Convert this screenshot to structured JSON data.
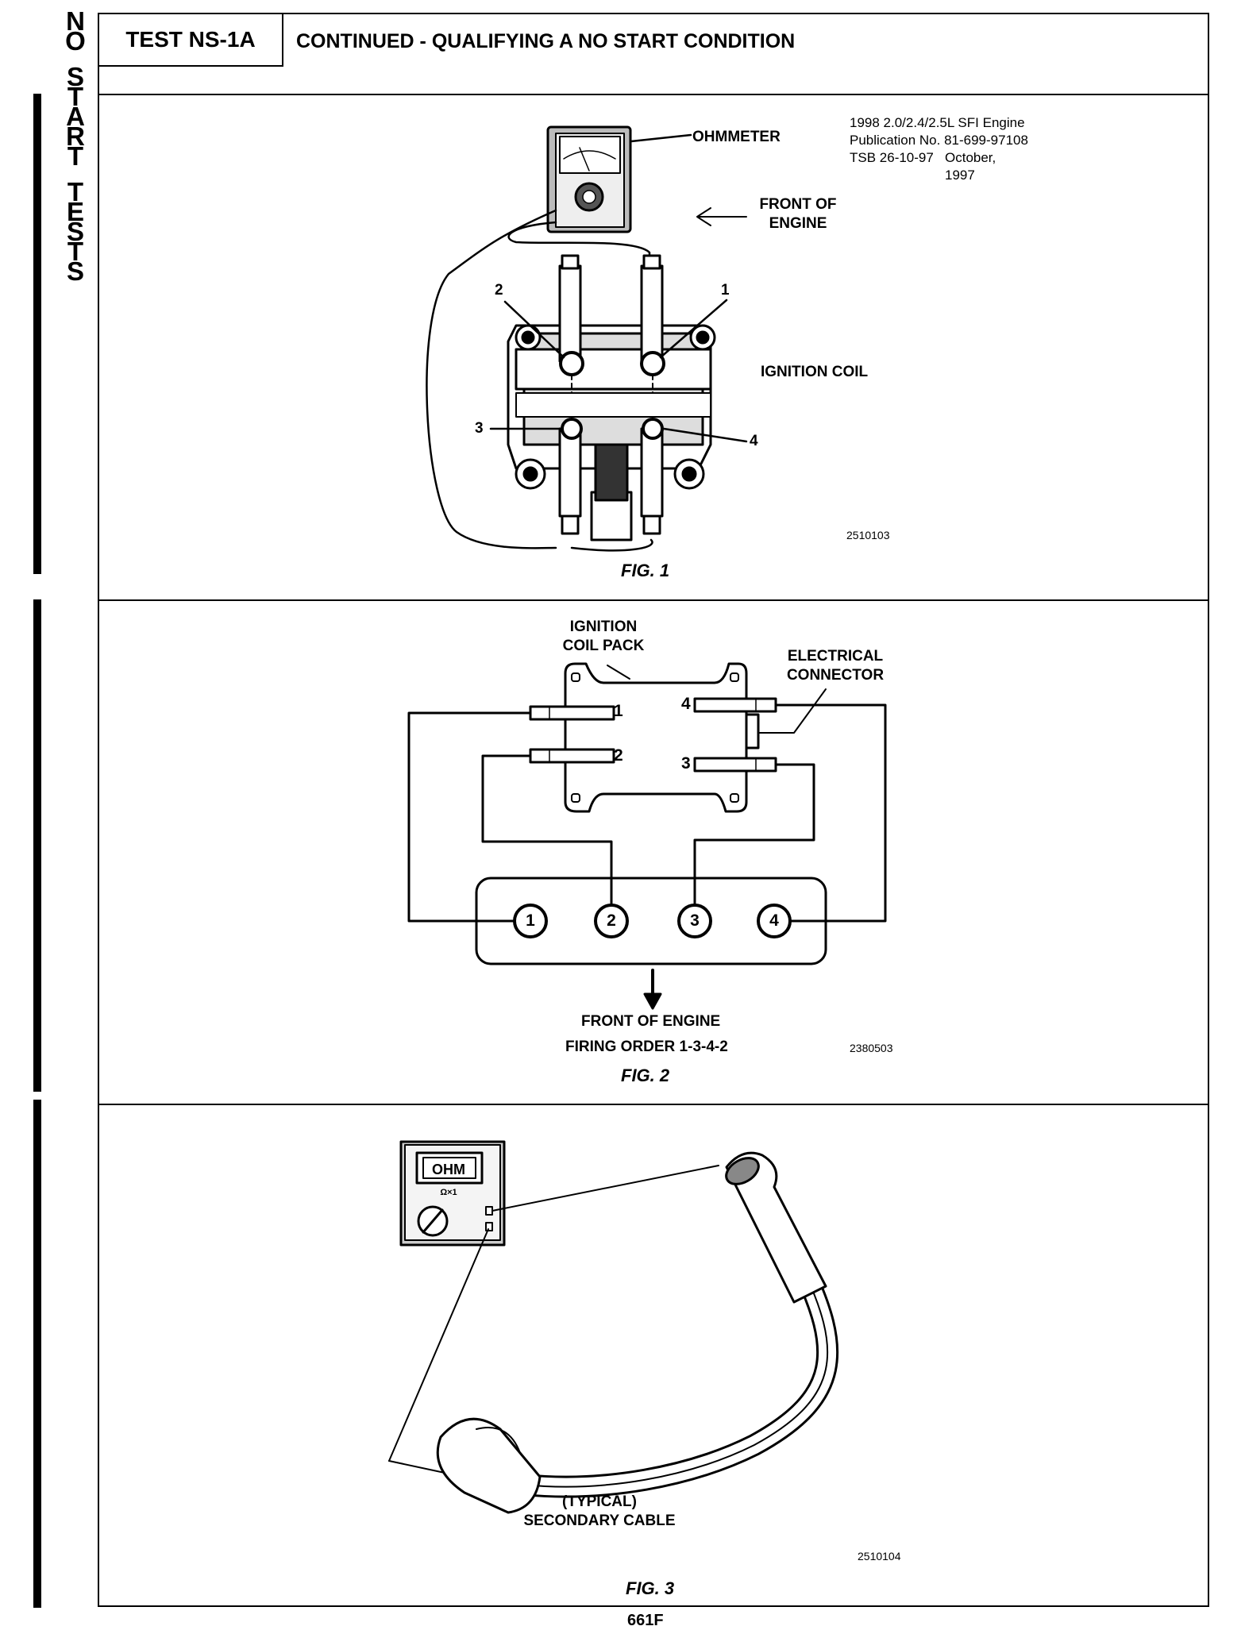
{
  "sidebar": {
    "word1": [
      "N",
      "O"
    ],
    "word2": [
      "S",
      "T",
      "A",
      "R",
      "T"
    ],
    "word3": [
      "T",
      "E",
      "S",
      "T",
      "S"
    ]
  },
  "header": {
    "test_id": "TEST NS-1A",
    "title": "CONTINUED - QUALIFYING A NO START CONDITION"
  },
  "fig1": {
    "publication": [
      "1998 2.0/2.4/2.5L SFI Engine",
      "Publication No. 81-699-97108",
      "TSB 26-10-97"
    ],
    "pub_date": "October, 1997",
    "ohmmeter_label": "OHMMETER",
    "front_label": [
      "FRONT OF",
      "ENGINE"
    ],
    "coil_label": "IGNITION COIL",
    "terminals": [
      "1",
      "2",
      "3",
      "4"
    ],
    "code": "2510103",
    "caption": "FIG. 1"
  },
  "fig2": {
    "coil_pack_label": [
      "IGNITION",
      "COIL PACK"
    ],
    "connector_label": [
      "ELECTRICAL",
      "CONNECTOR"
    ],
    "coil_terminals": [
      "1",
      "2",
      "3",
      "4"
    ],
    "cylinders": [
      "1",
      "2",
      "3",
      "4"
    ],
    "front_label": "FRONT OF ENGINE",
    "firing_order": "FIRING ORDER 1-3-4-2",
    "code": "2380503",
    "caption": "FIG. 2"
  },
  "fig3": {
    "meter_display": "OHM",
    "meter_range": "Ω×1",
    "cable_label": [
      "(TYPICAL)",
      "SECONDARY CABLE"
    ],
    "code": "2510104",
    "caption": "FIG. 3"
  },
  "footer": {
    "page": "661F"
  }
}
